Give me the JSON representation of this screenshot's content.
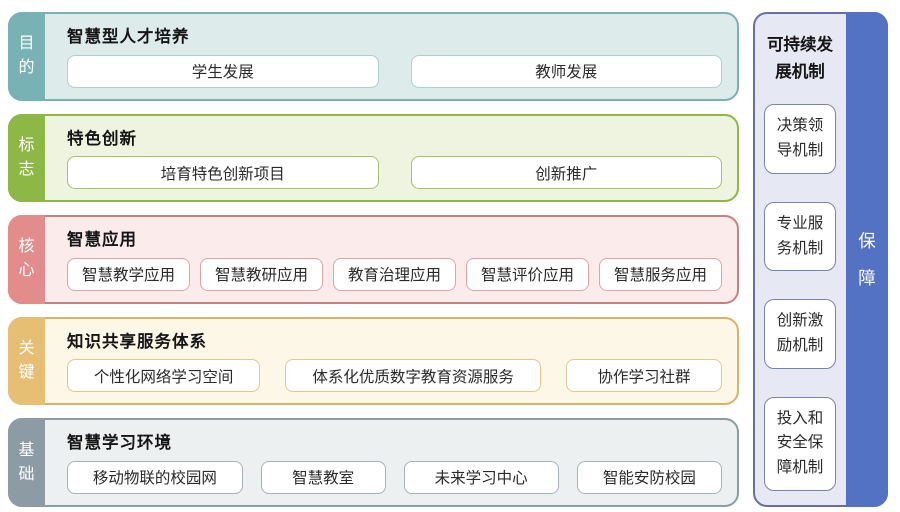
{
  "rows": [
    {
      "tab": "目的",
      "title": "智慧型人才培养",
      "items": [
        "学生发展",
        "教师发展"
      ],
      "colors": {
        "tab": "#79b2b4",
        "border": "#79b2b4",
        "fill": "#ddebea",
        "box": "#aecfcd"
      }
    },
    {
      "tab": "标志",
      "title": "特色创新",
      "items": [
        "培育特色创新项目",
        "创新推广"
      ],
      "colors": {
        "tab": "#8db845",
        "border": "#8db845",
        "fill": "#eff4e1",
        "box": "#a5c464"
      }
    },
    {
      "tab": "核心",
      "title": "智慧应用",
      "items": [
        "智慧教学应用",
        "智慧教研应用",
        "教育治理应用",
        "智慧评价应用",
        "智慧服务应用"
      ],
      "colors": {
        "tab": "#e28c8c",
        "border": "#c98080",
        "fill": "#fbeceb",
        "box": "#e4a3a3"
      }
    },
    {
      "tab": "关键",
      "title": "知识共享服务体系",
      "items": [
        "个性化网络学习空间",
        "体系化优质数字教育资源服务",
        "协作学习社群"
      ],
      "colors": {
        "tab": "#e7bf74",
        "border": "#dcb264",
        "fill": "#fdf7e7",
        "box": "#e4c88e"
      }
    },
    {
      "tab": "基础",
      "title": "智慧学习环境",
      "items": [
        "移动物联的校园网",
        "智慧教室",
        "未来学习中心",
        "智能安防校园"
      ],
      "colors": {
        "tab": "#8d9ba4",
        "border": "#8d9ba4",
        "fill": "#edf0f1",
        "box": "#a6b1b8"
      }
    }
  ],
  "side_panel": {
    "title": "可持续发展机制",
    "items": [
      "决策领导机制",
      "专业服务机制",
      "创新激励机制",
      "投入和安全保障机制"
    ],
    "strip_label": "保障",
    "colors": {
      "fill": "#e6e9f4",
      "border": "#666f9e",
      "box": "#7a83b0",
      "strip": "#5372c4"
    }
  }
}
